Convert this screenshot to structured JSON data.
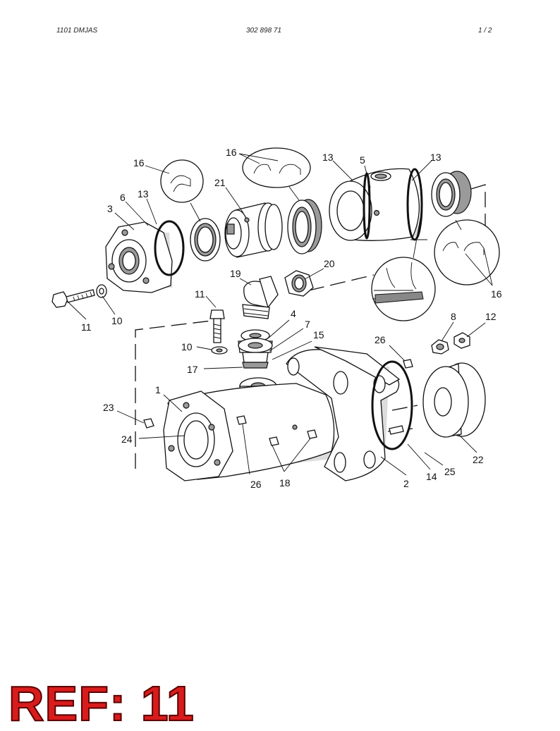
{
  "header": {
    "left": "1101 DMJAS",
    "center": "302 898 71",
    "right": "1 /   2"
  },
  "callouts": {
    "c16a": "16",
    "c16b": "16",
    "c16c": "16",
    "c13a": "13",
    "c13b": "13",
    "c13c": "13",
    "c5": "5",
    "c6": "6",
    "c3": "3",
    "c21": "21",
    "c11a": "11",
    "c11b": "11",
    "c10a": "10",
    "c10b": "10",
    "c19": "19",
    "c20": "20",
    "c4": "4",
    "c7": "7",
    "c15": "15",
    "c17": "17",
    "c8": "8",
    "c12": "12",
    "c26a": "26",
    "c26b": "26",
    "c1": "1",
    "c23": "23",
    "c24": "24",
    "c18": "18",
    "c2": "2",
    "c14": "14",
    "c25": "25",
    "c22": "22"
  },
  "reference": "REF: 11"
}
